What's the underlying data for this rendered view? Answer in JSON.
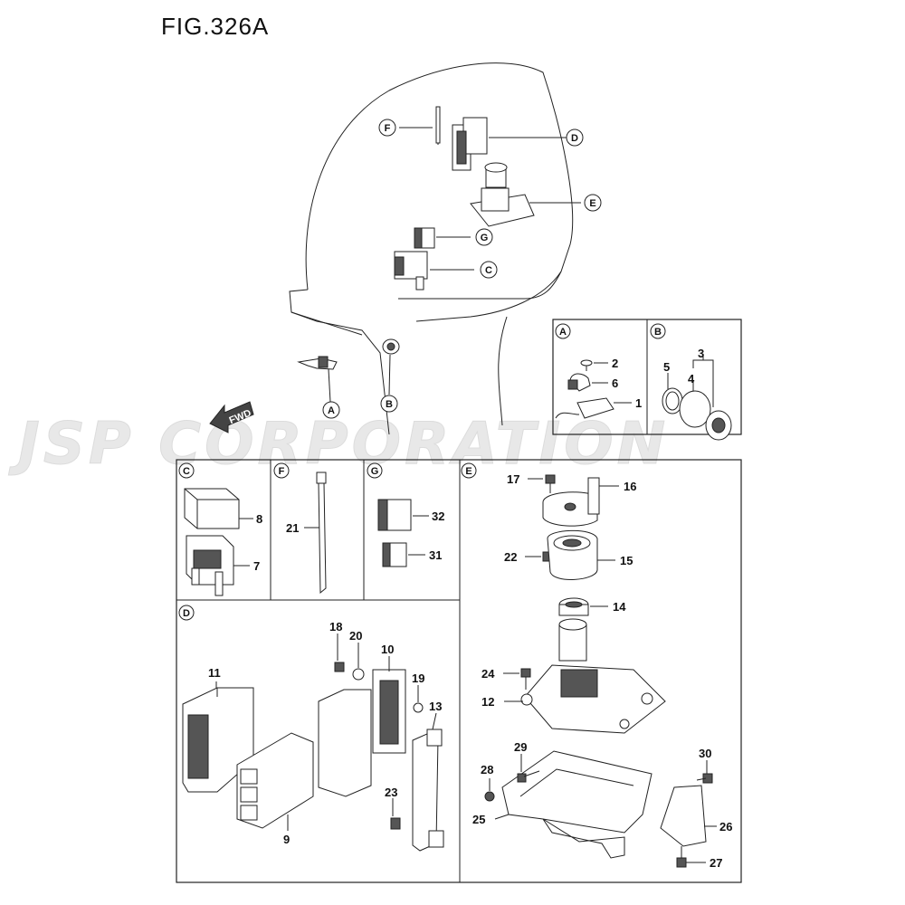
{
  "figure": {
    "title": "FIG.326A"
  },
  "watermark": {
    "text": "JSP CORPORATION"
  },
  "direction": {
    "label": "FWD"
  },
  "callouts": {
    "A": "A",
    "B": "B",
    "C": "C",
    "D": "D",
    "E": "E",
    "F": "F",
    "G": "G"
  },
  "parts": {
    "p1": "1",
    "p2": "2",
    "p3": "3",
    "p4": "4",
    "p5": "5",
    "p6": "6",
    "p7": "7",
    "p8": "8",
    "p9": "9",
    "p10": "10",
    "p11": "11",
    "p12": "12",
    "p13": "13",
    "p14": "14",
    "p15": "15",
    "p16": "16",
    "p17": "17",
    "p18": "18",
    "p19": "19",
    "p20": "20",
    "p21": "21",
    "p22": "22",
    "p23": "23",
    "p24": "24",
    "p25": "25",
    "p26": "26",
    "p27": "27",
    "p28": "28",
    "p29": "29",
    "p30": "30",
    "p31": "31",
    "p32": "32"
  }
}
